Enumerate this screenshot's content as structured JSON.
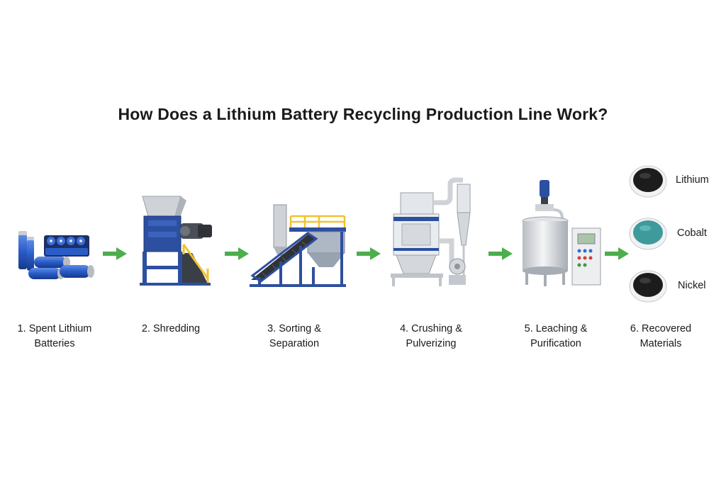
{
  "title": "How Does a Lithium Battery Recycling Production Line Work?",
  "colors": {
    "arrow": "#4cae4c",
    "machine_blue": "#2d4fa0",
    "battery_blue": "#2a5cc6",
    "steel": "#cfd3d8",
    "safety_yellow": "#f2c230",
    "cobalt_powder": "#3f9a9c",
    "black_powder": "#1c1c1c"
  },
  "steps": [
    {
      "line1": "1. Spent Lithium",
      "line2": "Batteries",
      "icon": "battery-pile-icon"
    },
    {
      "line1": "2. Shredding",
      "line2": "",
      "icon": "shredder-icon"
    },
    {
      "line1": "3. Sorting &",
      "line2": "Separation",
      "icon": "conveyor-separator-icon"
    },
    {
      "line1": "4. Crushing &",
      "line2": "Pulverizing",
      "icon": "pulverizer-icon"
    },
    {
      "line1": "5. Leaching &",
      "line2": "Purification",
      "icon": "leaching-tank-icon"
    },
    {
      "line1": "6. Recovered",
      "line2": "Materials",
      "icon": "powder-bowls-icon"
    }
  ],
  "outputs": [
    {
      "name": "Lithium",
      "icon": "black-powder-bowl-icon"
    },
    {
      "name": "Cobalt",
      "icon": "teal-powder-bowl-icon"
    },
    {
      "name": "Nickel",
      "icon": "black-powder-bowl-icon"
    }
  ]
}
